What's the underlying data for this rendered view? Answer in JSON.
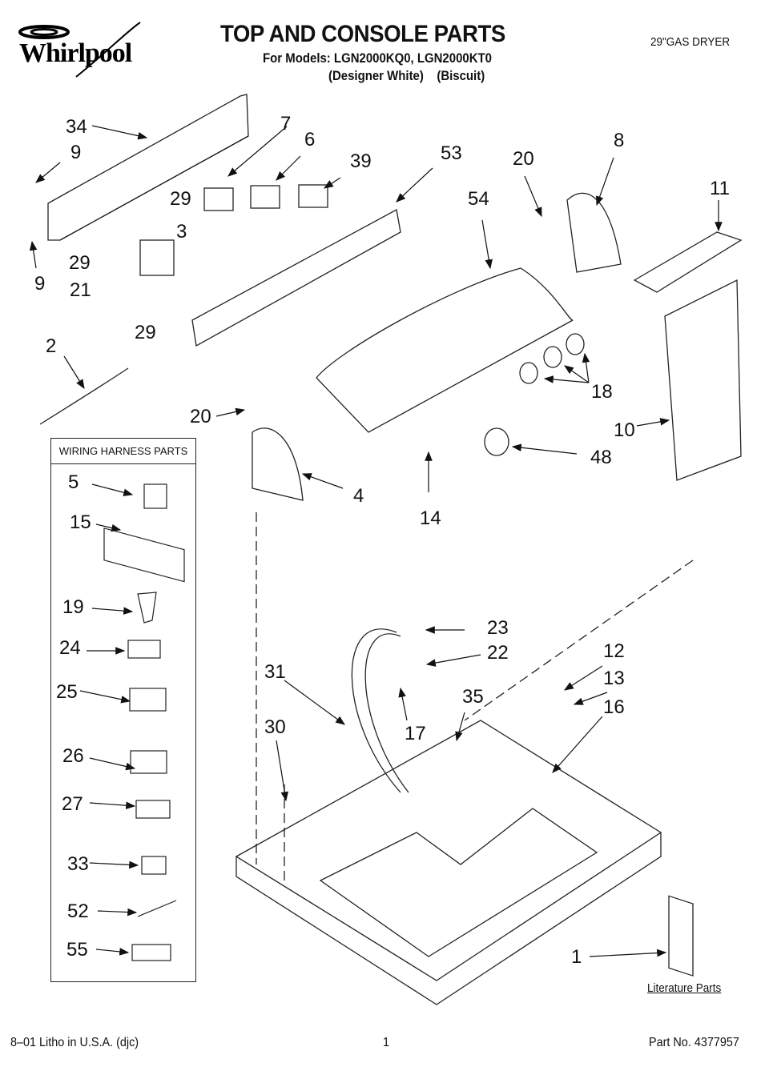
{
  "header": {
    "brand": "Whirlpool",
    "title": "TOP AND CONSOLE PARTS",
    "models_line": "For Models: LGN2000KQ0, LGN2000KT0",
    "variants": [
      "(Designer White)",
      "(Biscuit)"
    ],
    "product_type": "29\"GAS DRYER"
  },
  "diagram": {
    "callouts": {
      "c34": "34",
      "c9a": "9",
      "c9b": "9",
      "c29a": "29",
      "c29b": "29",
      "c29c": "29",
      "c21": "21",
      "c3": "3",
      "c7": "7",
      "c6": "6",
      "c39": "39",
      "c53": "53",
      "c54": "54",
      "c20a": "20",
      "c20b": "20",
      "c8": "8",
      "c11": "11",
      "c2": "2",
      "c18": "18",
      "c10": "10",
      "c48": "48",
      "c4": "4",
      "c14": "14",
      "c23": "23",
      "c22": "22",
      "c12": "12",
      "c13": "13",
      "c31": "31",
      "c35": "35",
      "c16": "16",
      "c30": "30",
      "c17": "17",
      "c1": "1"
    },
    "wiring_harness": {
      "title": "WIRING HARNESS PARTS",
      "items": [
        "5",
        "15",
        "19",
        "24",
        "25",
        "26",
        "27",
        "33",
        "52",
        "55"
      ]
    },
    "literature_label": "Literature Parts"
  },
  "footer": {
    "left": "8–01 Litho in U.S.A. (djc)",
    "page": "1",
    "part_no": "Part No. 4377957"
  }
}
